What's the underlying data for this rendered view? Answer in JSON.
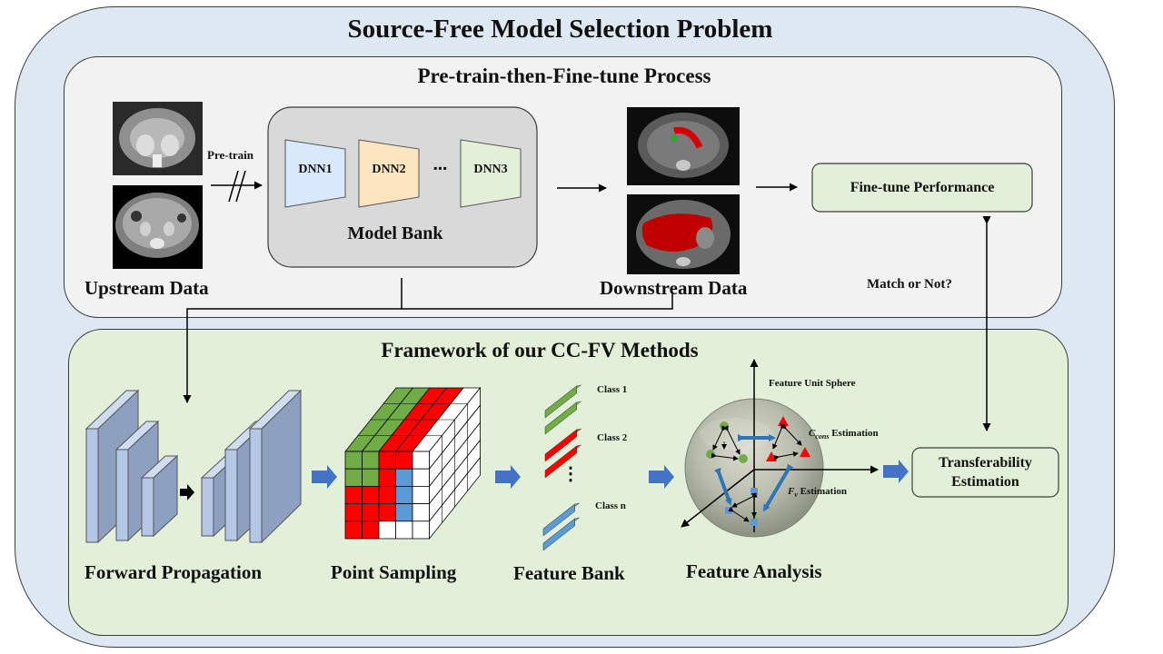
{
  "titles": {
    "main": "Source-Free Model Selection Problem",
    "upper": "Pre-train-then-Fine-tune Process",
    "lower": "Framework of our CC-FV Methods"
  },
  "upper_panel": {
    "upstream_label": "Upstream Data",
    "pretrain_label": "Pre-train",
    "model_bank_label": "Model Bank",
    "models": [
      "DNN1",
      "DNN2",
      "DNN3"
    ],
    "ellipsis": "▪▪▪",
    "downstream_label": "Downstream Data",
    "finetune_box": "Fine-tune Performance",
    "match_label": "Match or Not?"
  },
  "lower_panel": {
    "steps": [
      "Forward Propagation",
      "Point Sampling",
      "Feature Bank",
      "Feature Analysis"
    ],
    "class_labels": [
      "Class 1",
      "Class 2",
      "Class n"
    ],
    "sphere_label": "Feature Unit Sphere",
    "ccons_label": "Estimation",
    "ccons_symbol": "C",
    "ccons_sub": "cons",
    "fv_label": "Estimation",
    "fv_symbol": "F",
    "fv_sub": "v",
    "transfer_box": [
      "Transferability",
      "Estimation"
    ]
  },
  "colors": {
    "outer_bg": "#dde8f3",
    "upper_bg": "#f2f2f2",
    "lower_bg": "#e2efd9",
    "dnn1": "#dae8fc",
    "dnn2": "#fde6bf",
    "dnn3": "#e2efd9",
    "green": "#70ad47",
    "red": "#ff0000",
    "blue": "#5b9bd5",
    "arrow_blue": "#4472c4"
  }
}
